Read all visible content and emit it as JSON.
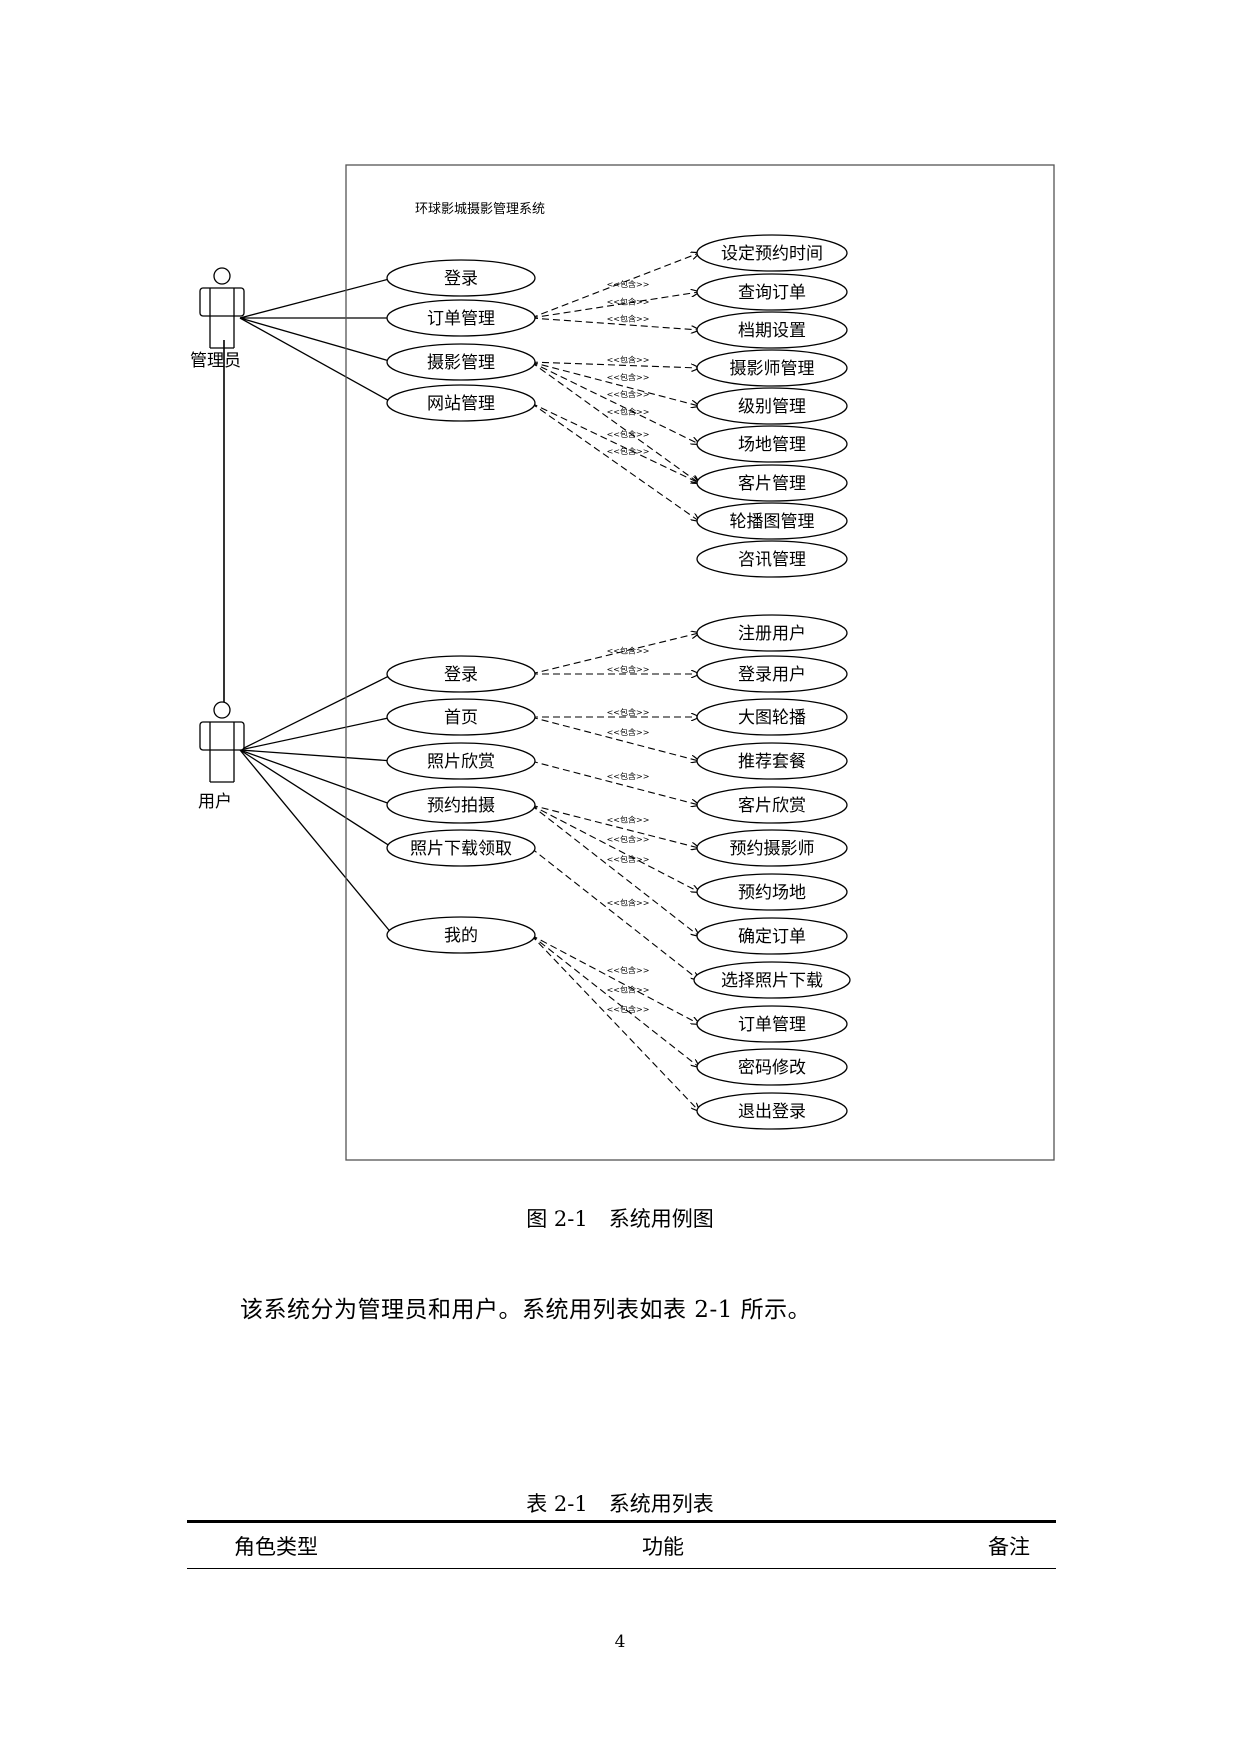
{
  "diagram": {
    "system_title": "环球影城摄影管理系统",
    "include_label": "<<包含>>",
    "actors": [
      {
        "id": "admin",
        "label": "管理员"
      },
      {
        "id": "user",
        "label": "用户"
      }
    ],
    "admin_use_cases": [
      "登录",
      "订单管理",
      "摄影管理",
      "网站管理"
    ],
    "admin_sub_cases": [
      "设定预约时间",
      "查询订单",
      "档期设置",
      "摄影师管理",
      "级别管理",
      "场地管理",
      "客片管理",
      "轮播图管理",
      "咨讯管理"
    ],
    "user_use_cases": [
      "登录",
      "首页",
      "照片欣赏",
      "预约拍摄",
      "照片下载领取",
      "我的"
    ],
    "user_sub_cases": [
      "注册用户",
      "登录用户",
      "大图轮播",
      "推荐套餐",
      "客片欣赏",
      "预约摄影师",
      "预约场地",
      "确定订单",
      "选择照片下载",
      "订单管理",
      "密码修改",
      "退出登录"
    ]
  },
  "figure_caption": "图 2-1　系统用例图",
  "paragraph": "该系统分为管理员和用户。系统用列表如表 2-1 所示。",
  "table_caption": "表 2-1　系统用列表",
  "table_headers": [
    "角色类型",
    "功能",
    "备注"
  ],
  "page_number": "4"
}
